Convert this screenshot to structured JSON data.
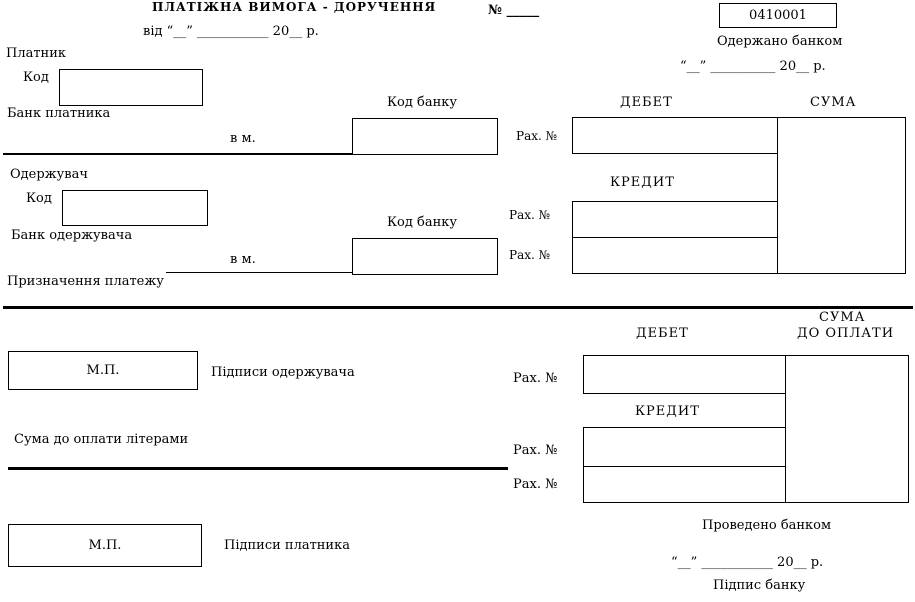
{
  "header": {
    "title": "ПЛАТІЖНА ВИМОГА - ДОРУЧЕННЯ",
    "number_label": "№ _____",
    "date_line": "від “__” ___________ 20__ р.",
    "form_code": "0410001",
    "received_label": "Одержано банком",
    "received_date": "“__” __________ 20__ р."
  },
  "payer": {
    "title": "Платник",
    "code_label": "Код",
    "bank_label": "Банк платника",
    "city_label": "в м.",
    "bank_code_label": "Код банку"
  },
  "recipient": {
    "title": "Одержувач",
    "code_label": "Код",
    "bank_label": "Банк одержувача",
    "city_label": "в м.",
    "bank_code_label": "Код банку"
  },
  "purpose_label": "Призначення платежу",
  "upper_accounts": {
    "debit_label": "ДЕБЕТ",
    "credit_label": "КРЕДИТ",
    "sum_label": "СУМА",
    "acc_label_1": "Рах. №",
    "acc_label_2": "Рах. №",
    "acc_label_3": "Рах. №"
  },
  "lower_accounts": {
    "debit_label": "ДЕБЕТ",
    "credit_label": "КРЕДИТ",
    "sum_line1": "СУМА",
    "sum_line2": "ДО ОПЛАТИ",
    "acc_label_1": "Рах. №",
    "acc_label_2": "Рах. №",
    "acc_label_3": "Рах. №"
  },
  "signatures": {
    "stamp_1": "М.П.",
    "recipient_signatures": "Підписи одержувача",
    "amount_in_words": "Сума до оплати літерами",
    "stamp_2": "М.П.",
    "payer_signatures": "Підписи платника"
  },
  "footer": {
    "processed_label": "Проведено банком",
    "processed_date": "“__” ___________ 20__ р.",
    "bank_signature": "Підпис банку"
  }
}
